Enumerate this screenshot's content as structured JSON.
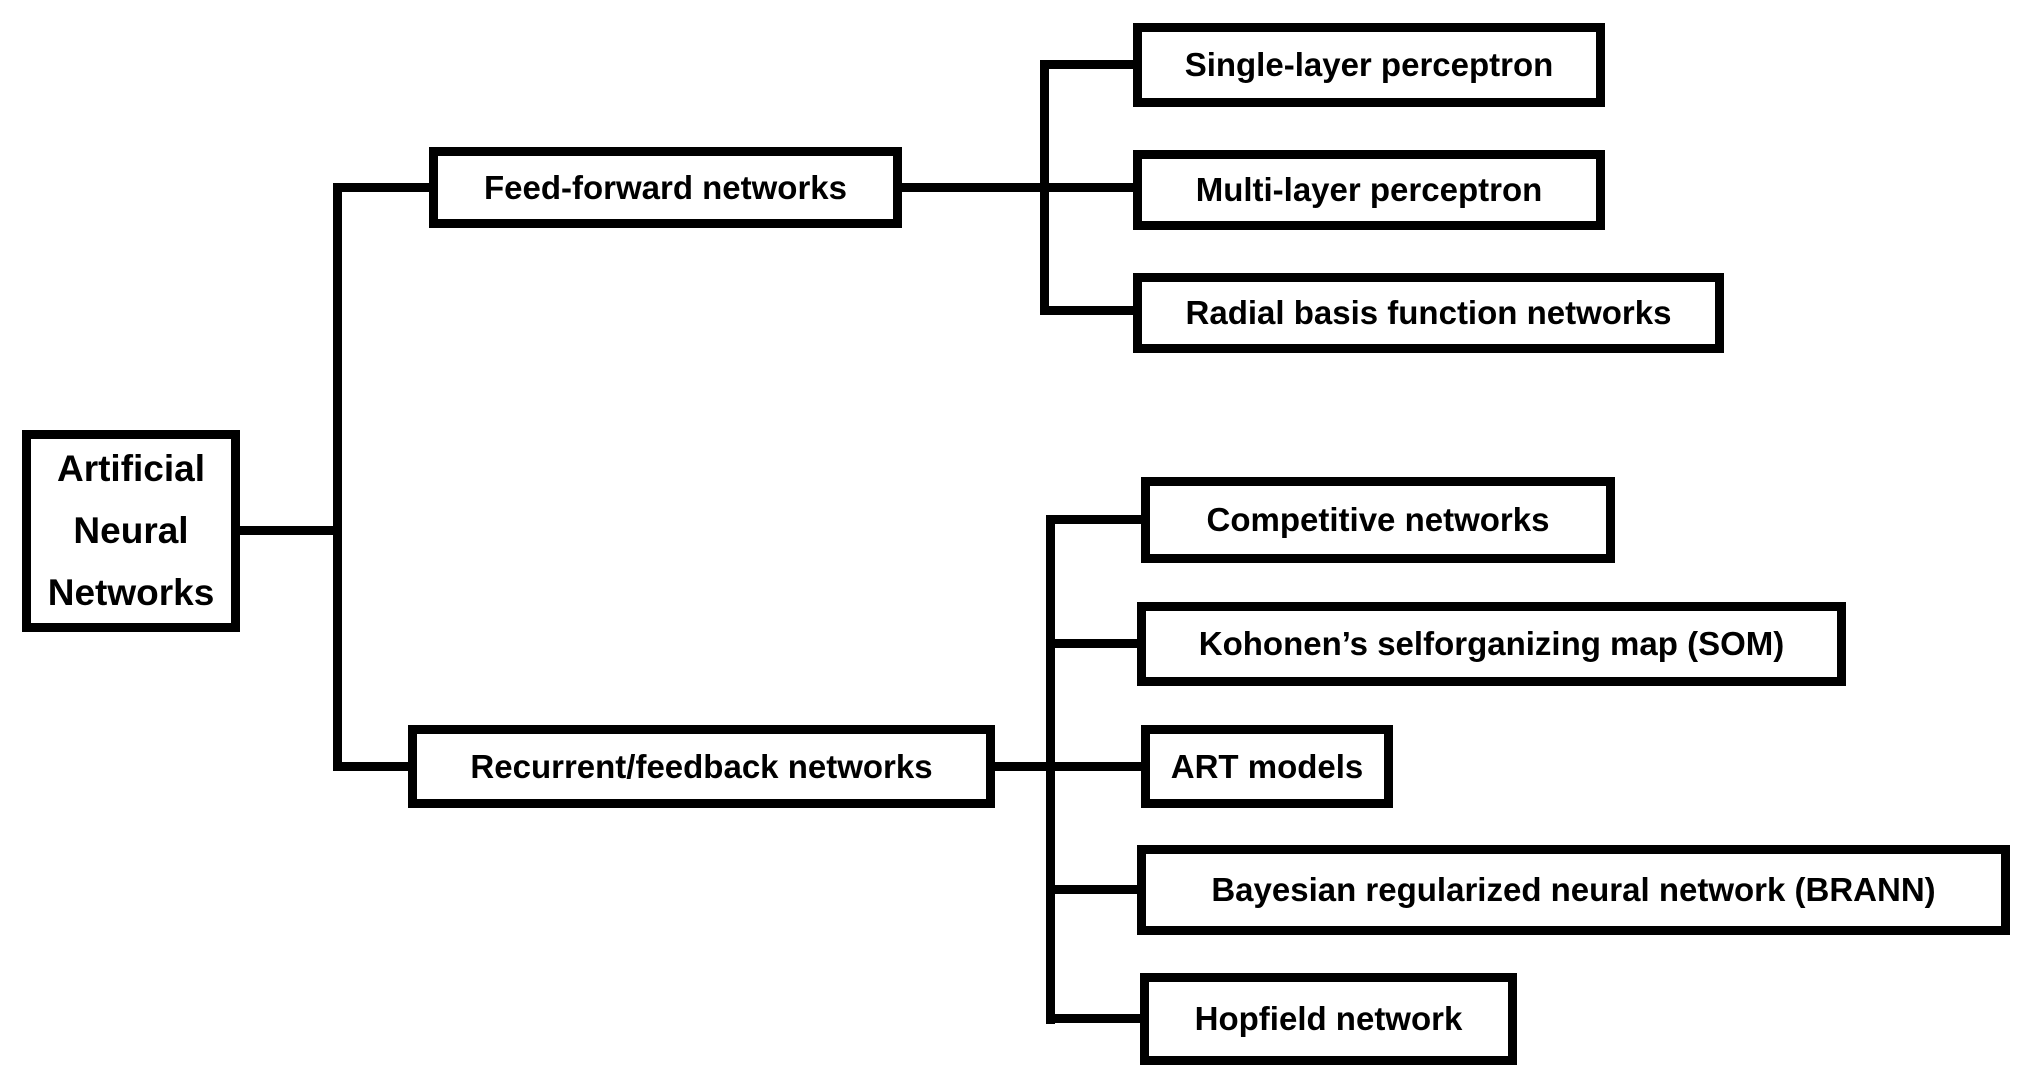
{
  "root": {
    "label": "Artificial\nNeural\nNetworks"
  },
  "branches": [
    {
      "label": "Feed-forward networks",
      "children": [
        "Single-layer perceptron",
        "Multi-layer perceptron",
        "Radial basis function networks"
      ]
    },
    {
      "label": "Recurrent/feedback networks",
      "children": [
        "Competitive networks",
        "Kohonen’s selforganizing map (SOM)",
        "ART models",
        "Bayesian regularized neural network (BRANN)",
        "Hopfield network"
      ]
    }
  ],
  "colors": {
    "line": "#000000",
    "background": "#ffffff",
    "text": "#000000"
  }
}
